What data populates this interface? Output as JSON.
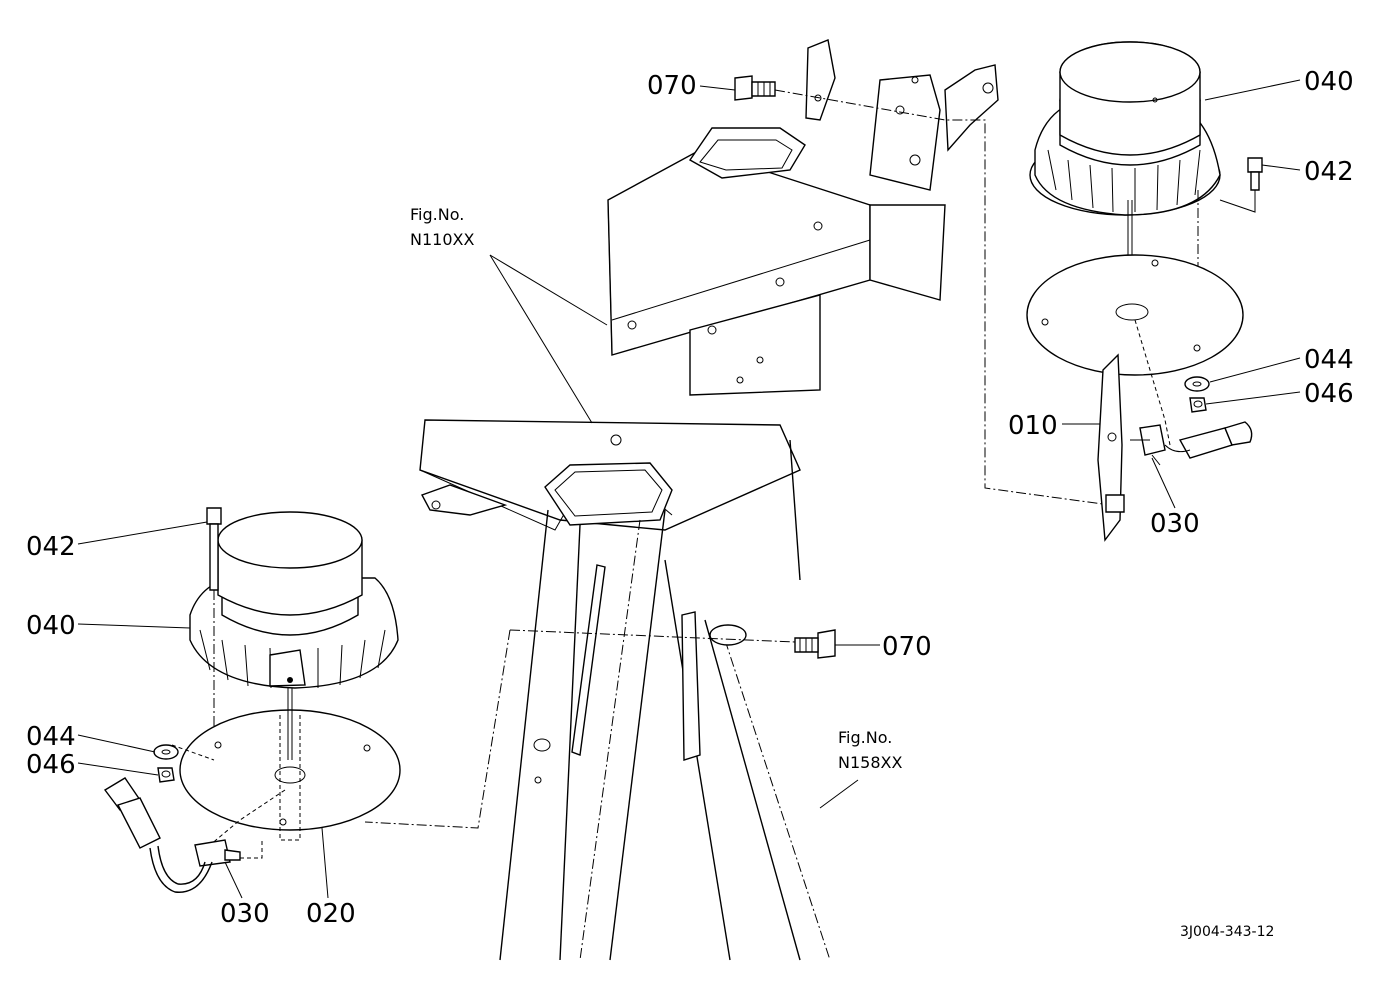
{
  "labels": {
    "p070_top": "070",
    "p070_mid": "070",
    "p040_right": "040",
    "p042_right": "042",
    "p044_right": "044",
    "p046_right": "046",
    "p010": "010",
    "p030_right": "030",
    "p042_left": "042",
    "p040_left": "040",
    "p044_left": "044",
    "p046_left": "046",
    "p030_left": "030",
    "p020": "020",
    "fig_n110_line1": "Fig.No.",
    "fig_n110_line2": "N110XX",
    "fig_n158_line1": "Fig.No.",
    "fig_n158_line2": "N158XX",
    "drawing_code": "3J004-343-12"
  }
}
